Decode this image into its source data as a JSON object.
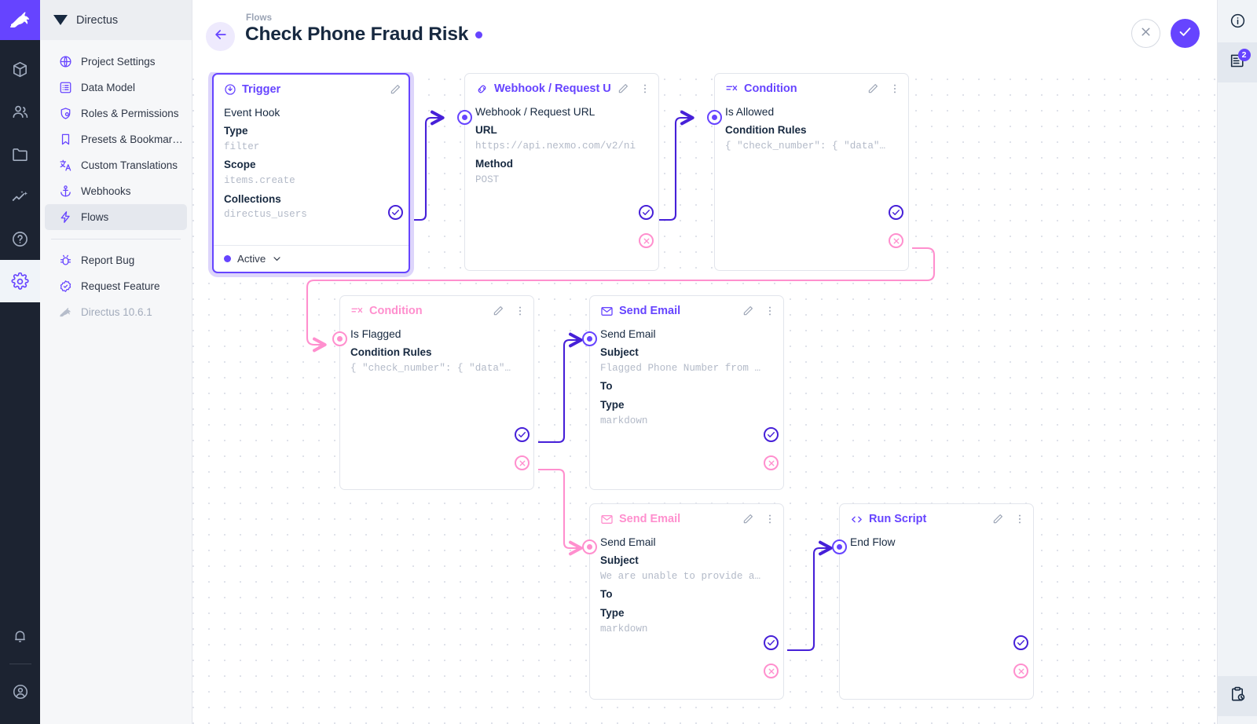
{
  "app": {
    "brand": "Directus",
    "version_label": "Directus 10.6.1"
  },
  "rail": {
    "items": [
      {
        "name": "logo",
        "icon": "rabbit-logo-icon"
      },
      {
        "name": "content",
        "icon": "box-icon"
      },
      {
        "name": "user-directory",
        "icon": "people-icon"
      },
      {
        "name": "file-library",
        "icon": "folder-icon"
      },
      {
        "name": "insights",
        "icon": "analytics-icon"
      },
      {
        "name": "docs",
        "icon": "help-circle-icon"
      },
      {
        "name": "settings",
        "icon": "gear-icon"
      }
    ],
    "bottom": [
      {
        "name": "notifications",
        "icon": "bell-icon"
      },
      {
        "name": "account",
        "icon": "user-circle-icon"
      }
    ]
  },
  "sidebar": {
    "title": "Directus",
    "items": [
      {
        "label": "Project Settings",
        "icon": "globe-icon"
      },
      {
        "label": "Data Model",
        "icon": "list-box-icon"
      },
      {
        "label": "Roles & Permissions",
        "icon": "shield-user-icon"
      },
      {
        "label": "Presets & Bookmar…",
        "icon": "bookmark-icon"
      },
      {
        "label": "Custom Translations",
        "icon": "translate-icon"
      },
      {
        "label": "Webhooks",
        "icon": "anchor-icon"
      },
      {
        "label": "Flows",
        "icon": "lightning-icon",
        "selected": true
      }
    ],
    "footer_items": [
      {
        "label": "Report Bug",
        "icon": "bug-icon"
      },
      {
        "label": "Request Feature",
        "icon": "badge-check-icon"
      }
    ],
    "version": "Directus 10.6.1"
  },
  "header": {
    "breadcrumb": "Flows",
    "title": "Check Phone Fraud Risk",
    "status_dot_color": "#6644ff",
    "back_icon": "arrow-left-icon",
    "cancel_label": "close-icon",
    "save_label": "check-icon"
  },
  "inforail": {
    "info_icon": "info-circle-icon",
    "logs_icon": "logs-icon",
    "logs_badge": "2",
    "activity_icon": "clipboard-clock-icon"
  },
  "colors": {
    "accent": "#6644ff",
    "accent_dark": "#4620d8",
    "pink": "#ff8fce",
    "text": "#172940",
    "muted": "#b3bac8"
  },
  "flow": {
    "nodes": [
      {
        "id": "trigger",
        "type": "Trigger",
        "icon": "trigger-icon",
        "color": "accent",
        "selected": true,
        "name": "Event Hook",
        "fields": [
          {
            "key": "Type",
            "value": "filter"
          },
          {
            "key": "Scope",
            "value": "items.create"
          },
          {
            "key": "Collections",
            "value": "directus_users"
          }
        ],
        "footer": {
          "status": "Active",
          "chevron": "chevron-down-icon"
        }
      },
      {
        "id": "webhook",
        "type": "Webhook / Request U",
        "icon": "link-icon",
        "color": "accent",
        "name": "Webhook / Request URL",
        "fields": [
          {
            "key": "URL",
            "value": "https://api.nexmo.com/v2/ni"
          },
          {
            "key": "Method",
            "value": "POST"
          }
        ]
      },
      {
        "id": "cond-allowed",
        "type": "Condition",
        "icon": "condition-icon",
        "color": "accent",
        "name": "Is Allowed",
        "fields": [
          {
            "key": "Condition Rules",
            "value": "{ \"check_number\": { \"data\"…"
          }
        ]
      },
      {
        "id": "cond-flagged",
        "type": "Condition",
        "icon": "condition-icon",
        "color": "pink",
        "name": "Is Flagged",
        "fields": [
          {
            "key": "Condition Rules",
            "value": "{ \"check_number\": { \"data\"…"
          }
        ]
      },
      {
        "id": "email-flagged",
        "type": "Send Email",
        "icon": "mail-icon",
        "color": "accent",
        "name": "Send Email",
        "fields": [
          {
            "key": "Subject",
            "value": "Flagged Phone Number from …"
          },
          {
            "key": "To",
            "value": ""
          },
          {
            "key": "Type",
            "value": "markdown"
          }
        ]
      },
      {
        "id": "email-unable",
        "type": "Send Email",
        "icon": "mail-icon",
        "color": "pink",
        "name": "Send Email",
        "fields": [
          {
            "key": "Subject",
            "value": "We are unable to provide a…"
          },
          {
            "key": "To",
            "value": ""
          },
          {
            "key": "Type",
            "value": "markdown"
          }
        ]
      },
      {
        "id": "run-script",
        "type": "Run Script",
        "icon": "code-icon",
        "color": "accent",
        "name": "End Flow",
        "fields": []
      }
    ]
  }
}
